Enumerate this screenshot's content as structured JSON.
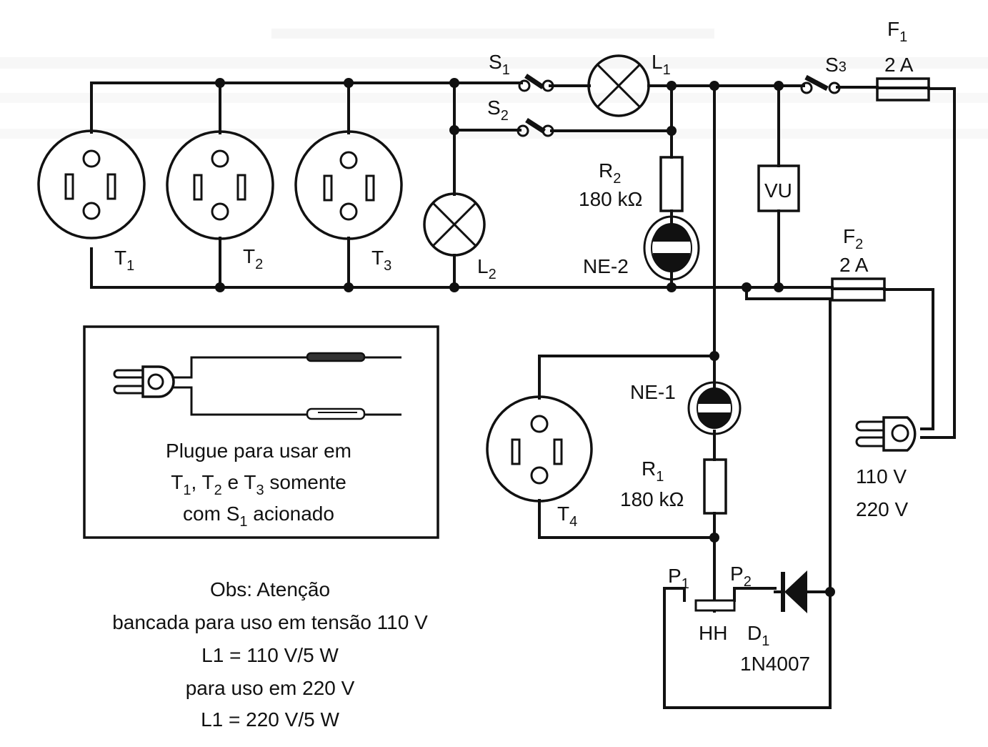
{
  "diagram": {
    "type": "circuit-schematic",
    "background_bleed_text": [
      "(faint reverse-page text, illegible)"
    ],
    "components": {
      "outlets": [
        {
          "id": "T1",
          "name": "T",
          "sub": "1"
        },
        {
          "id": "T2",
          "name": "T",
          "sub": "2"
        },
        {
          "id": "T3",
          "name": "T",
          "sub": "3"
        },
        {
          "id": "T4",
          "name": "T",
          "sub": "4"
        }
      ],
      "switches": [
        {
          "id": "S1",
          "name": "S",
          "sub": "1"
        },
        {
          "id": "S2",
          "name": "S",
          "sub": "2"
        },
        {
          "id": "S3",
          "name": "S",
          "sub": "3"
        }
      ],
      "lamps": [
        {
          "id": "L1",
          "name": "L",
          "sub": "1"
        },
        {
          "id": "L2",
          "name": "L",
          "sub": "2"
        }
      ],
      "resistors": [
        {
          "id": "R1",
          "name": "R",
          "sub": "1",
          "value": "180 kΩ"
        },
        {
          "id": "R2",
          "name": "R",
          "sub": "2",
          "value": "180 kΩ"
        }
      ],
      "neon_lamps": [
        {
          "id": "NE-1",
          "label": "NE-1"
        },
        {
          "id": "NE-2",
          "label": "NE-2"
        }
      ],
      "fuses": [
        {
          "id": "F1",
          "name": "F",
          "sub": "1",
          "rating": "2 A"
        },
        {
          "id": "F2",
          "name": "F",
          "sub": "2",
          "rating": "2 A"
        }
      ],
      "meter": {
        "id": "VU",
        "label": "VU"
      },
      "diode": {
        "id": "D1",
        "name": "D",
        "sub": "1",
        "part": "1N4007"
      },
      "soldering_holder": {
        "label": "HH",
        "p1_name": "P",
        "p1_sub": "1",
        "p2_name": "P",
        "p2_sub": "2"
      },
      "mains_plug": {
        "voltages": [
          "110 V",
          "220 V"
        ]
      }
    },
    "plug_box": {
      "line1": "Plugue para usar em",
      "line2_parts": [
        {
          "t": "T",
          "s": "1"
        },
        {
          "t": ", T",
          "s": "2"
        },
        {
          "t": " e T",
          "s": "3"
        },
        {
          "t": " somente",
          "s": ""
        }
      ],
      "line3_pre": "com S",
      "line3_sub": "1",
      "line3_post": " acionado"
    },
    "notes": [
      "Obs: Atenção",
      "bancada para uso em tensão 110 V",
      "L1 = 110 V/5 W",
      "para uso em 220 V",
      "L1 = 220 V/5 W"
    ]
  }
}
